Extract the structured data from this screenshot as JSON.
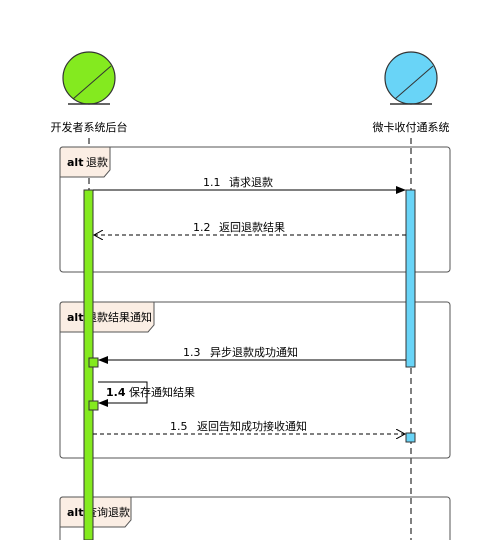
{
  "participants": {
    "backend": {
      "name": "开发者系统后台",
      "color": "#84ea1f"
    },
    "wechat": {
      "name": "微卡收付通系统",
      "color": "#69d4f7"
    }
  },
  "fragments": [
    {
      "keyword": "alt",
      "title": "退款"
    },
    {
      "keyword": "alt",
      "title": "退款结果通知"
    },
    {
      "keyword": "alt",
      "title": "查询退款"
    }
  ],
  "messages": [
    {
      "num": "1.1",
      "text": "请求退款",
      "style": "solid"
    },
    {
      "num": "1.2",
      "text": "返回退款结果",
      "style": "dashed"
    },
    {
      "num": "1.3",
      "text": "异步退款成功通知",
      "style": "solid"
    },
    {
      "num": "1.4",
      "text": "保存通知结果",
      "style": "self"
    },
    {
      "num": "1.5",
      "text": "返回告知成功接收通知",
      "style": "dashed"
    }
  ],
  "colors": {
    "fragment_header": "#fbeee4",
    "lifeline": "#000000"
  }
}
